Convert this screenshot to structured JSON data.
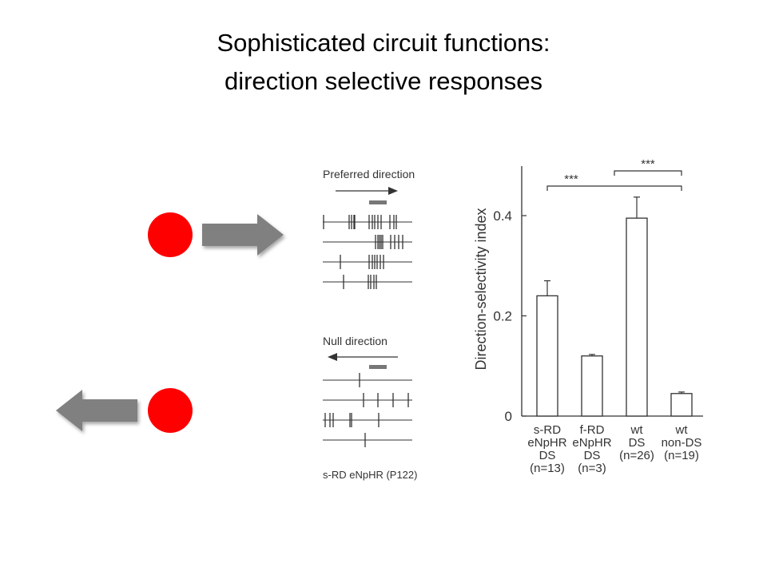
{
  "slide": {
    "title_line1": "Sophisticated circuit functions:",
    "title_line2": "direction selective responses"
  },
  "colors": {
    "dot": "#ff0000",
    "arrow": "#808080",
    "trace": "#333333",
    "bar_fill": "#ffffff",
    "bar_stroke": "#333333"
  },
  "icons": {
    "preferred_arrow": "block-arrow-right",
    "null_arrow": "block-arrow-left"
  },
  "spike_panels": {
    "preferred": {
      "label": "Preferred direction",
      "arrow_dir": "right",
      "traces": [
        [
          405,
          437,
          440,
          443,
          444,
          462,
          466,
          469,
          473,
          477,
          488,
          493,
          496
        ],
        [
          470,
          473,
          475,
          477,
          479,
          489,
          494,
          499,
          504
        ],
        [
          426,
          462,
          466,
          469,
          472,
          476,
          480
        ],
        [
          430,
          461,
          464,
          468,
          471
        ]
      ]
    },
    "null": {
      "label": "Null direction",
      "arrow_dir": "left",
      "traces": [
        [
          450
        ],
        [
          455,
          473,
          492,
          511
        ],
        [
          407,
          413,
          417,
          438,
          440,
          474
        ],
        [
          457
        ]
      ]
    },
    "caption": "s-RD eNpHR (P122)"
  },
  "chart_data": {
    "type": "bar",
    "ylabel": "Direction-selectivity index",
    "ylim": [
      0,
      0.5
    ],
    "yticks": [
      0,
      0.2,
      0.4
    ],
    "ytick_labels": [
      "0",
      "0.2",
      "0.4"
    ],
    "categories": [
      [
        "s-RD",
        "eNpHR",
        "DS",
        "(n=13)"
      ],
      [
        "f-RD",
        "eNpHR",
        "DS",
        "(n=3)"
      ],
      [
        "wt",
        "DS",
        "(n=26)"
      ],
      [
        "wt",
        "non-DS",
        "(n=19)"
      ]
    ],
    "values": [
      0.24,
      0.12,
      0.395,
      0.045
    ],
    "errors": [
      0.03,
      0.003,
      0.042,
      0.003
    ],
    "significance": [
      {
        "from": 0,
        "to": 3,
        "label": "***"
      },
      {
        "from": 1.5,
        "to": 3,
        "label": "***"
      }
    ]
  }
}
